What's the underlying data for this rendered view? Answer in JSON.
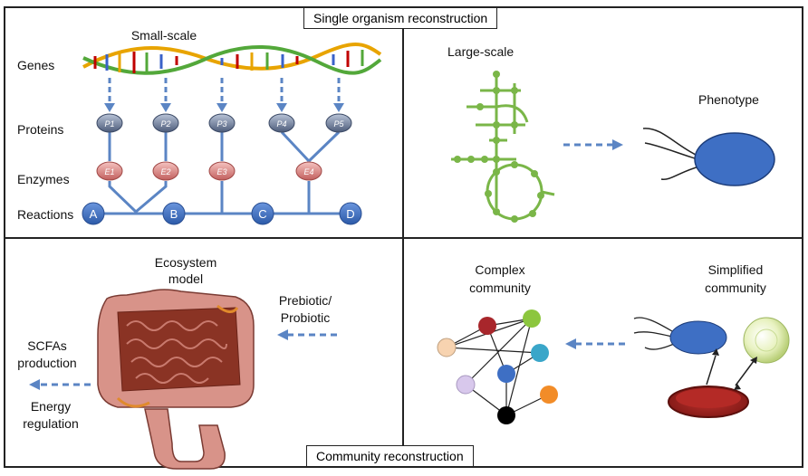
{
  "titles": {
    "top": "Single organism reconstruction",
    "bottom": "Community reconstruction"
  },
  "panel1": {
    "heading": "Small-scale",
    "row_labels": [
      "Genes",
      "Proteins",
      "Enzymes",
      "Reactions"
    ],
    "proteins": [
      "P1",
      "P2",
      "P3",
      "P4",
      "P5"
    ],
    "enzymes": [
      "E1",
      "E2",
      "E3",
      "E4"
    ],
    "metabolites": [
      "A",
      "B",
      "C",
      "D"
    ]
  },
  "panel2": {
    "heading": "Large-scale",
    "phenotype": "Phenotype"
  },
  "panel3": {
    "heading_line1": "Ecosystem",
    "heading_line2": "model",
    "input_line1": "Prebiotic/",
    "input_line2": "Probiotic",
    "out1_line1": "SCFAs",
    "out1_line2": "production",
    "out2_line1": "Energy",
    "out2_line2": "regulation"
  },
  "panel4": {
    "complex_line1": "Complex",
    "complex_line2": "community",
    "simple_line1": "Simplified",
    "simple_line2": "community"
  },
  "colors": {
    "arrow": "#5b85c4",
    "metabolite": "#3d6fc0",
    "protein": "#5f6f8f",
    "enzyme": "#d9807f",
    "network_green": "#7ab648",
    "cell_blue": "#3e6fc4",
    "intestine": "#d89389",
    "intestine_inner": "#8a3324"
  }
}
